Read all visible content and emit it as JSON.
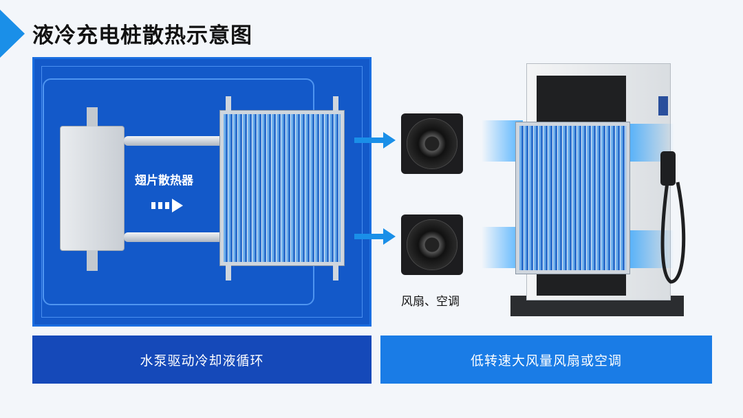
{
  "title": "液冷充电桩散热示意图",
  "left_panel": {
    "radiator_label": "翅片散热器",
    "caption": "水泵驱动冷却液循环"
  },
  "right_panel": {
    "fan_label": "风扇、空调",
    "caption": "低转速大风量风扇或空调"
  },
  "colors": {
    "accent": "#1a8fe8",
    "left_bar": "#1549b9",
    "right_bar": "#1a7ce6",
    "panel": "#1359c9"
  }
}
